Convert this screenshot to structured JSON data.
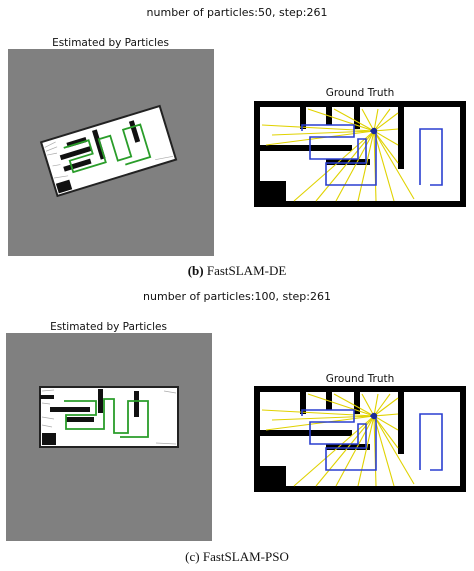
{
  "figure_b": {
    "header": "number of particles:50, step:261",
    "left_title": "Estimated by Particles",
    "right_title": "Ground Truth",
    "caption_label": "(b)",
    "caption_text": "FastSLAM-DE"
  },
  "figure_c": {
    "header": "number of particles:100, step:261",
    "left_title": "Estimated by Particles",
    "right_title": "Ground Truth",
    "caption_label": "(c)",
    "caption_text": "FastSLAM-PSO"
  },
  "colors": {
    "map_gray": "#808080",
    "wall": "#000000",
    "estimated_path": "#2a9d2a",
    "true_path": "#2a3fd0",
    "laser_rays": "#e0d200",
    "robot": "#1a2a9a"
  }
}
